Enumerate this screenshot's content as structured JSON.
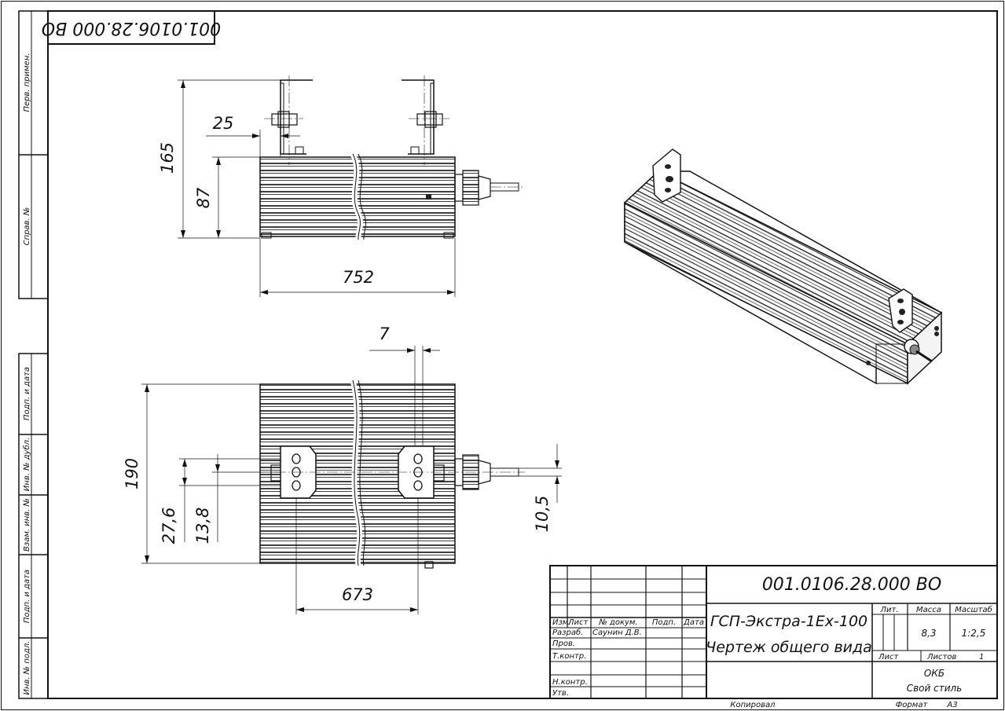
{
  "drawing_code_stamp": "001.0106.28.000 ВО",
  "left_strip": {
    "perv_primen": "Перв. примен.",
    "sprav_no": "Справ. №",
    "podp_data_1": "Подп. и дата",
    "inv_dubl": "Инв. № дубл.",
    "vzam_inv": "Взам. инв. №",
    "podp_data_2": "Подп. и дата",
    "inv_podl": "Инв. № подл."
  },
  "dimensions": {
    "d25": "25",
    "d165": "165",
    "d87": "87",
    "d752": "752",
    "d7": "7",
    "d190": "190",
    "d27_6": "27,6",
    "d13_8": "13,8",
    "d10_5": "10,5",
    "d673": "673"
  },
  "title_block": {
    "designation": "001.0106.28.000 ВО",
    "product_name": "ГСП-Экстра-1Ex-100",
    "doc_name": "Чертеж общего вида",
    "col_izm": "Изм.",
    "col_list": "Лист",
    "col_docum": "№ докум.",
    "col_podp": "Подп.",
    "col_data": "Дата",
    "razrab": "Разраб.",
    "razrab_name": "Саунин Д.В.",
    "prov": "Пров.",
    "tkontr": "Т.контр.",
    "nkontr": "Н.контр.",
    "utv": "Утв.",
    "lit": "Лит.",
    "massa": "Масса",
    "masshtab": "Масштаб",
    "massa_value": "8,3",
    "masshtab_value": "1:2,5",
    "sheet_label": "Лист",
    "sheets_label": "Листов",
    "sheets_value": "1",
    "org_line1": "ОКБ",
    "org_line2": "Свой стиль",
    "kopiroval": "Копировал",
    "format_label": "Формат",
    "format_value": "А3"
  }
}
